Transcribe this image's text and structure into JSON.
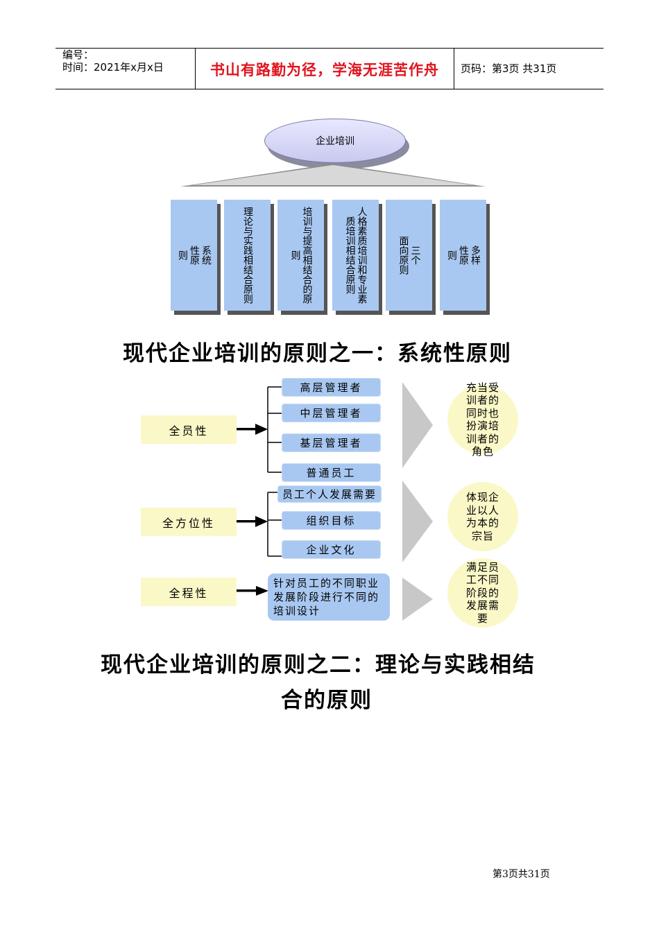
{
  "header": {
    "number_label": "编号：",
    "time_label": "时间：2021年x月x日",
    "motto": "书山有路勤为径，学海无涯苦作舟",
    "page_label": "页码：第3页 共31页"
  },
  "diagram1": {
    "root": "企业培训",
    "columns": [
      "系统\n性原\n则",
      "理论与实践相结合原则",
      "培训与提高相结合的原\n则",
      "人格素质培训和专业素\n质培训相结合原则",
      "三个\n面向原则",
      "多样\n性原\n则"
    ]
  },
  "headings": {
    "h1": "现代企业培训的原则之一：系统性原则",
    "h2_line1": "现代企业培训的原则之二：理论与实践相结",
    "h2_line2": "合的原则"
  },
  "diagram2": {
    "groups": [
      {
        "label": "全员性",
        "items": [
          "高层管理者",
          "中层管理者",
          "基层管理者",
          "普通员工"
        ],
        "result": "充当受训者的同时也扮演培训者的角色"
      },
      {
        "label": "全方位性",
        "items": [
          "员工个人发展需要",
          "组织目标",
          "企业文化"
        ],
        "result": "体现企业以人为本的宗旨"
      },
      {
        "label": "全程性",
        "items": [
          "针对员工的不同职业发展阶段进行不同的培训设计"
        ],
        "result": "满足员工不同阶段的发展需要"
      }
    ],
    "colors": {
      "label_bg": "#fbf8c8",
      "item_bg": "#a9c8f1",
      "chevron": "#c8c8c8"
    }
  },
  "footer": {
    "page": "第3页共31页"
  }
}
